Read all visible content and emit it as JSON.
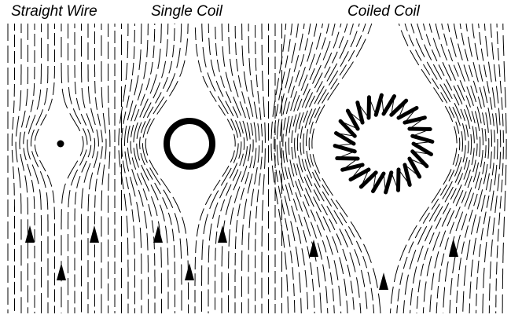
{
  "labels": {
    "straight_wire": "Straight Wire",
    "single_coil": "Single Coil",
    "coiled_coil": "Coiled Coil"
  },
  "colors": {
    "ink": "#000000",
    "background": "#ffffff"
  },
  "field_direction": "up"
}
